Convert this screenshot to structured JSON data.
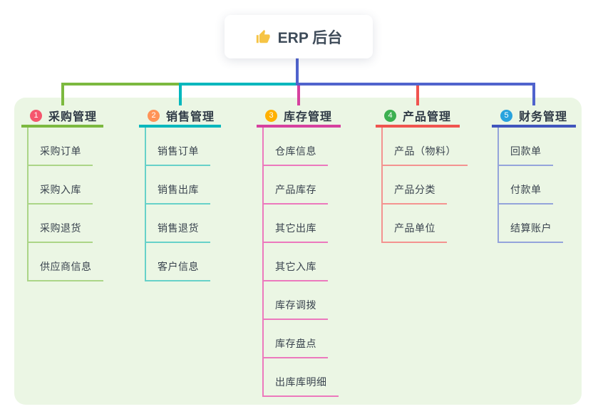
{
  "root": {
    "label": "ERP 后台",
    "icon": "thumbs-up-icon"
  },
  "branches": [
    {
      "number": "1",
      "label": "采购管理",
      "badge_color": "#f5566d",
      "line_color": "#7cb93f",
      "sub_line_color": "#abd587",
      "items": [
        "采购订单",
        "采购入库",
        "采购退货",
        "供应商信息"
      ]
    },
    {
      "number": "2",
      "label": "销售管理",
      "badge_color": "#ff9357",
      "line_color": "#00b7bd",
      "sub_line_color": "#67d1c9",
      "items": [
        "销售订单",
        "销售出库",
        "销售退货",
        "客户信息"
      ]
    },
    {
      "number": "3",
      "label": "库存管理",
      "badge_color": "#ffb000",
      "line_color": "#d6419f",
      "sub_line_color": "#ec79bd",
      "items": [
        "仓库信息",
        "产品库存",
        "其它出库",
        "其它入库",
        "库存调拨",
        "库存盘点",
        "出库库明细"
      ]
    },
    {
      "number": "4",
      "label": "产品管理",
      "badge_color": "#3cb050",
      "line_color": "#f0544f",
      "sub_line_color": "#f49390",
      "items": [
        "产品（物料）",
        "产品分类",
        "产品单位"
      ]
    },
    {
      "number": "5",
      "label": "财务管理",
      "badge_color": "#29a3dd",
      "line_color": "#4155bd",
      "sub_line_color": "#94a4db",
      "items": [
        "回款单",
        "付款单",
        "结算账户"
      ]
    }
  ],
  "colors": {
    "root_connector": "#5063cd",
    "panel_bg": "#ebf6e4",
    "canvas_bg": "#ffffff",
    "text": "#39434e"
  }
}
